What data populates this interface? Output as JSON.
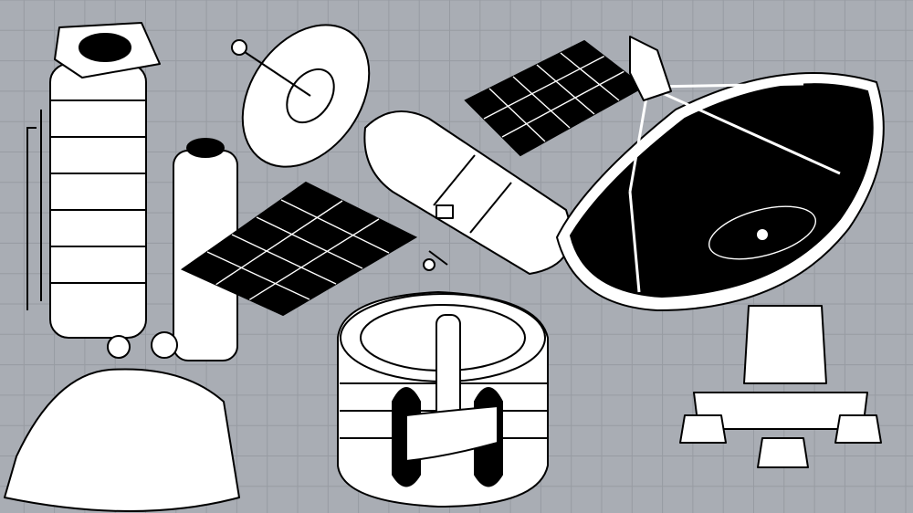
{
  "colors": {
    "background": "#a9adb4",
    "grid_line": "#979ba2",
    "grid_dot": "#80848b",
    "ink": "#000000",
    "paper": "#ffffff"
  },
  "subjects": [
    "rocket-engine",
    "satellite",
    "radio-telescope-dish",
    "tokamak-reactor"
  ]
}
